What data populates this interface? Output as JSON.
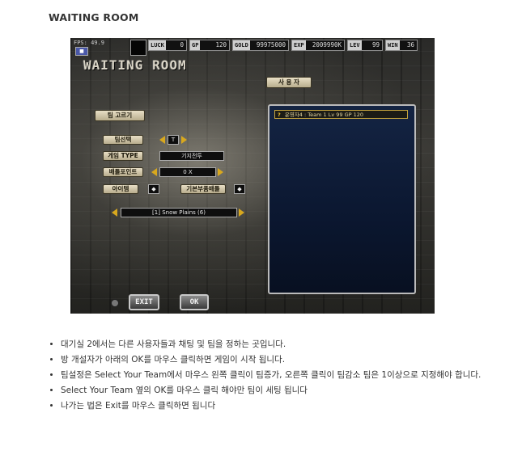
{
  "page": {
    "title": "WAITING ROOM"
  },
  "game": {
    "fps": "FPS: 49.9",
    "hud": [
      {
        "key": "LUCK",
        "value": "0"
      },
      {
        "key": "GP",
        "value": "120"
      },
      {
        "key": "GOLD",
        "value": "99975000"
      },
      {
        "key": "EXP",
        "value": "2009990K"
      },
      {
        "key": "LEV",
        "value": "99"
      },
      {
        "key": "WIN",
        "value": "36"
      }
    ],
    "title": "WAITING ROOM",
    "users_header": "사 용 자",
    "team_select": "팀 고르기",
    "rows": {
      "team_label": "팀선택",
      "team_value": "T",
      "game_type_label": "게임 TYPE",
      "game_type_value": "기지전투",
      "battle_point_label": "배틀포인트",
      "battle_point_value": "0 X",
      "item_label": "아이템",
      "default_item_label": "기본부품배틀",
      "map_value": "[1] Snow Plains (6)"
    },
    "user_row": {
      "marker": "?",
      "text": "운영자4 : Team  1  Lv 99 GP  120"
    },
    "buttons": {
      "exit": "EXIT",
      "ok": "OK"
    }
  },
  "notes": [
    "대기실 2에서는 다른 사용자들과 채팅 및 팀을 정하는 곳입니다.",
    "방 개설자가 아래의 OK를 마우스 클릭하면 게임이 시작 됩니다.",
    "팀설정은 Select Your Team에서 마우스 왼쪽 클릭이 팀증가, 오른쪽 클릭이 팀감소 팀은 1이상으로 지정해야 합니다.",
    "Select Your Team 옆의 OK를 마우스 클릭 해야만 팀이 세팅 됩니다",
    "나가는 법은 Exit를 마우스 클릭하면 됩니다"
  ]
}
